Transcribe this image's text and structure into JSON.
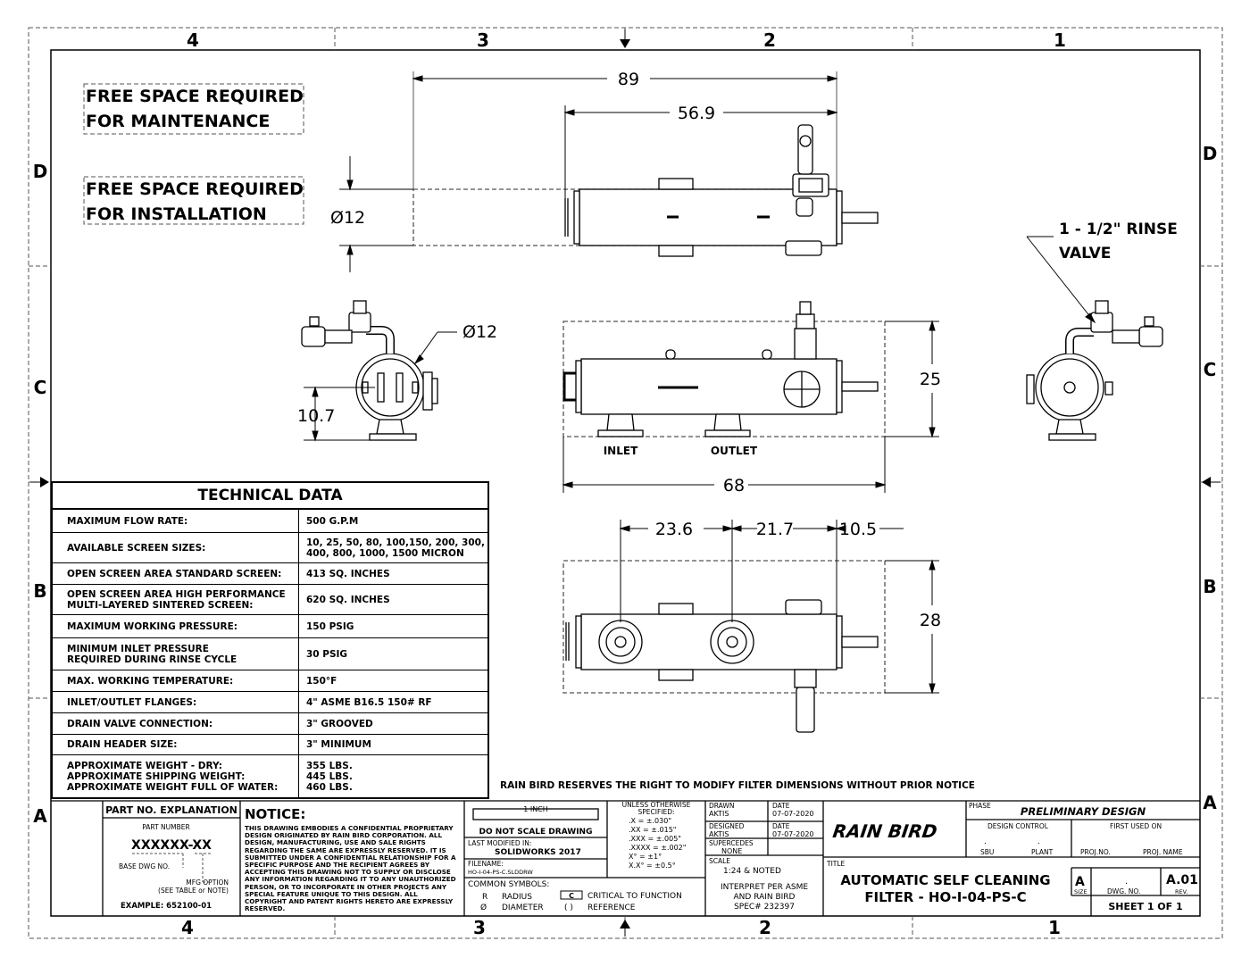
{
  "zones": {
    "columns": [
      "4",
      "3",
      "2",
      "1"
    ],
    "rows": [
      "D",
      "C",
      "B",
      "A"
    ]
  },
  "notes": {
    "maintenance": [
      "FREE SPACE REQUIRED",
      "FOR MAINTENANCE"
    ],
    "installation": [
      "FREE SPACE REQUIRED",
      "FOR INSTALLATION"
    ],
    "rinse_valve": [
      "1 - 1/2\" RINSE",
      "VALVE"
    ],
    "disclaimer": "RAIN BIRD RESERVES THE RIGHT TO MODIFY FILTER DIMENSIONS WITHOUT PRIOR NOTICE"
  },
  "dimensions": {
    "overall_length": "89",
    "body_length": "56.9",
    "top_diameter": "Ø12",
    "side_diameter": "Ø12",
    "side_height": "10.7",
    "front_width": "68",
    "front_height": "25",
    "bottom_a": "23.6",
    "bottom_b": "21.7",
    "bottom_c": "10.5",
    "bottom_height": "28"
  },
  "labels": {
    "inlet": "INLET",
    "outlet": "OUTLET"
  },
  "technical_data": {
    "title": "TECHNICAL DATA",
    "rows": [
      {
        "k": "MAXIMUM FLOW RATE:",
        "v": "500 G.P.M"
      },
      {
        "k": "AVAILABLE SCREEN SIZES:",
        "v": "10, 25, 50, 80, 100,150, 200, 300,\n400, 800, 1000, 1500 MICRON"
      },
      {
        "k": "OPEN SCREEN AREA STANDARD SCREEN:",
        "v": "413 SQ. INCHES"
      },
      {
        "k": "OPEN SCREEN AREA HIGH PERFORMANCE\nMULTI-LAYERED SINTERED SCREEN:",
        "v": "620 SQ. INCHES"
      },
      {
        "k": "MAXIMUM WORKING PRESSURE:",
        "v": "150 PSIG"
      },
      {
        "k": "MINIMUM INLET PRESSURE\nREQUIRED DURING RINSE CYCLE",
        "v": "30 PSIG"
      },
      {
        "k": "MAX. WORKING TEMPERATURE:",
        "v": "150°F"
      },
      {
        "k": "INLET/OUTLET FLANGES:",
        "v": "4\" ASME B16.5 150# RF"
      },
      {
        "k": "DRAIN VALVE CONNECTION:",
        "v": "3\" GROOVED"
      },
      {
        "k": "DRAIN HEADER SIZE:",
        "v": "3\" MINIMUM"
      },
      {
        "k": "APPROXIMATE WEIGHT - DRY:\nAPPROXIMATE SHIPPING WEIGHT:\nAPPROXIMATE  WEIGHT FULL OF WATER:",
        "v": "355 LBS.\n445 LBS.\n460 LBS."
      }
    ]
  },
  "title_block": {
    "part_no_title": "PART NO. EXPLANATION",
    "part_number_label": "PART NUMBER",
    "part_number": "XXXXXX-XX",
    "base_dwg": "BASE DWG NO.",
    "mfg_option": "MFG OPTION",
    "mfg_option_note": "(SEE TABLE or NOTE)",
    "example": "EXAMPLE: 652100-01",
    "notice_title": "NOTICE:",
    "notice_text": "THIS DRAWING EMBODIES A CONFIDENTIAL PROPRIETARY DESIGN ORIGINATED BY RAIN BIRD CORPORATION. ALL DESIGN, MANUFACTURING, USE AND SALE RIGHTS REGARDING THE SAME ARE EXPRESSLY RESERVED. IT IS SUBMITTED UNDER A CONFIDENTIAL RELATIONSHIP FOR A SPECIFIC PURPOSE AND THE RECIPIENT AGREES BY ACCEPTING THIS DRAWING NOT TO SUPPLY OR DISCLOSE ANY INFORMATION REGARDING IT TO ANY UNAUTHORIZED PERSON, OR TO INCORPORATE IN OTHER PROJECTS ANY SPECIAL FEATURE UNIQUE TO THIS DESIGN. ALL COPYRIGHT AND PATENT RIGHTS HERETO ARE EXPRESSLY RESERVED.",
    "one_inch": "1 INCH",
    "do_not_scale": "DO NOT SCALE DRAWING",
    "last_modified_label": "LAST MODIFIED IN:",
    "last_modified": "SOLIDWORKS 2017",
    "filename_label": "FILENAME:",
    "filename": "HO-I-04-PS-C.SLDDRW",
    "common_symbols": "COMMON SYMBOLS:",
    "sym_r": "R",
    "sym_r_text": "RADIUS",
    "sym_d": "Ø",
    "sym_d_text": "DIAMETER",
    "sym_c": "C",
    "sym_c_text": "CRITICAL TO FUNCTION",
    "sym_ref": "( )",
    "sym_ref_text": "REFERENCE",
    "tol_title": "UNLESS OTHERWISE",
    "tol_title2": "SPECIFIED:",
    "tol": [
      ".X     = ±.030\"",
      ".XX    = ±.015\"",
      ".XXX   = ±.005\"",
      ".XXXX = ±.002\"",
      "X°     = ±1°",
      "X.X°   = ±0.5°"
    ],
    "drawn_label": "DRAWN",
    "drawn_by": "AKTIS",
    "date_label": "DATE",
    "drawn_date": "07-07-2020",
    "designed_label": "DESIGNED",
    "designed_by": "AKTIS",
    "designed_date": "07-07-2020",
    "supercedes_label": "SUPERCEDES",
    "supercedes": "NONE",
    "scale_label": "SCALE",
    "scale": "1:24 & NOTED",
    "interpret": [
      "INTERPRET PER ASME",
      "AND RAIN BIRD",
      "SPEC# 232397"
    ],
    "logo": "RAIN BIRD",
    "title_label": "TITLE",
    "title_line1": "AUTOMATIC SELF CLEANING",
    "title_line2": "FILTER - HO-I-04-PS-C",
    "phase_label": "PHASE",
    "phase": "PRELIMINARY DESIGN",
    "design_control": "DESIGN CONTROL",
    "first_used_on": "FIRST USED ON",
    "dot": ".",
    "sbu": "SBU",
    "plant": "PLANT",
    "proj_no": "PROJ.NO.",
    "proj_name": "PROJ. NAME",
    "size_label": "SIZE",
    "size": "A",
    "dwg_no_label": "DWG. NO.",
    "rev_label": "REV.",
    "rev": "A.01",
    "sheet": "SHEET  1  OF  1"
  },
  "colors": {
    "line": "#000000",
    "dashed": "#555555"
  }
}
